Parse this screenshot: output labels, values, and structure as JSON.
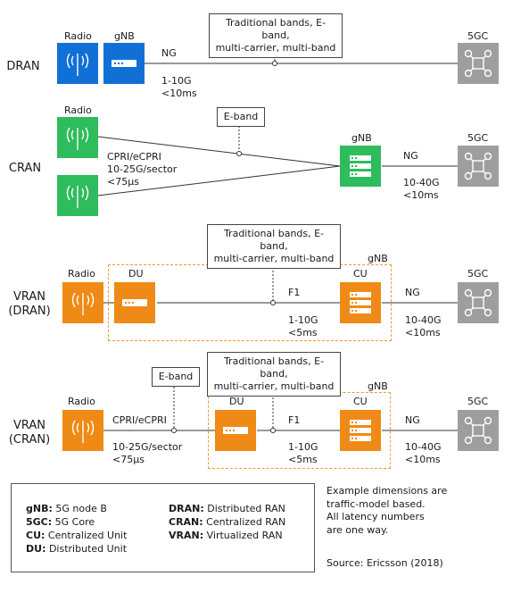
{
  "colors": {
    "radio_dran": "#1170d6",
    "radio_cran": "#2ebc5c",
    "radio_vran": "#f08a16",
    "core": "#9e9e9e",
    "dashed_box": "#f29a2e",
    "line": "#333333"
  },
  "icons": {
    "radio": "antenna-icon",
    "gnb": "server-rack-icon",
    "core": "network-hub-icon"
  },
  "rows": {
    "dran": {
      "label": "DRAN",
      "radio_title": "Radio",
      "gnb_title": "gNB",
      "core_title": "5GC",
      "link_name": "NG",
      "link_rate": "1-10G",
      "link_latency": "<10ms",
      "callout": [
        "Traditional bands, E-band,",
        "multi-carrier, multi-band"
      ]
    },
    "cran": {
      "label": "CRAN",
      "radio_title": "Radio",
      "gnb_title": "gNB",
      "core_title": "5GC",
      "fronthaul_name": "CPRI/eCPRI",
      "fronthaul_rate": "10-25G/sector",
      "fronthaul_latency": "<75µs",
      "callout": "E-band",
      "link_name": "NG",
      "link_rate": "10-40G",
      "link_latency": "<10ms"
    },
    "vran_dran": {
      "label_line1": "VRAN",
      "label_line2": "(DRAN)",
      "radio_title": "Radio",
      "du_title": "DU",
      "cu_title": "CU",
      "gnb_title": "gNB",
      "core_title": "5GC",
      "mid_name": "F1",
      "mid_rate": "1-10G",
      "mid_latency": "<5ms",
      "link_name": "NG",
      "link_rate": "10-40G",
      "link_latency": "<10ms",
      "callout": [
        "Traditional bands, E-band,",
        "multi-carrier, multi-band"
      ]
    },
    "vran_cran": {
      "label_line1": "VRAN",
      "label_line2": "(CRAN)",
      "radio_title": "Radio",
      "du_title": "DU",
      "cu_title": "CU",
      "gnb_title": "gNB",
      "core_title": "5GC",
      "fronthaul_name": "CPRI/eCPRI",
      "fronthaul_rate": "10-25G/sector",
      "fronthaul_latency": "<75µs",
      "eband_callout": "E-band",
      "mid_name": "F1",
      "mid_rate": "1-10G",
      "mid_latency": "<5ms",
      "link_name": "NG",
      "link_rate": "10-40G",
      "link_latency": "<10ms",
      "callout": [
        "Traditional bands, E-band,",
        "multi-carrier, multi-band"
      ]
    }
  },
  "legend": {
    "left": [
      {
        "term": "gNB:",
        "def": " 5G node B"
      },
      {
        "term": "5GC:",
        "def": " 5G Core"
      },
      {
        "term": "CU:",
        "def": " Centralized Unit"
      },
      {
        "term": "DU:",
        "def": " Distributed Unit"
      }
    ],
    "right": [
      {
        "term": "DRAN:",
        "def": " Distributed RAN"
      },
      {
        "term": "CRAN:",
        "def": " Centralized RAN"
      },
      {
        "term": "VRAN:",
        "def": " Virtualized RAN"
      }
    ]
  },
  "note": {
    "lines": [
      "Example dimensions are",
      "traffic-model based.",
      "All latency numbers",
      "are one way."
    ],
    "source": "Source: Ericsson (2018)"
  }
}
